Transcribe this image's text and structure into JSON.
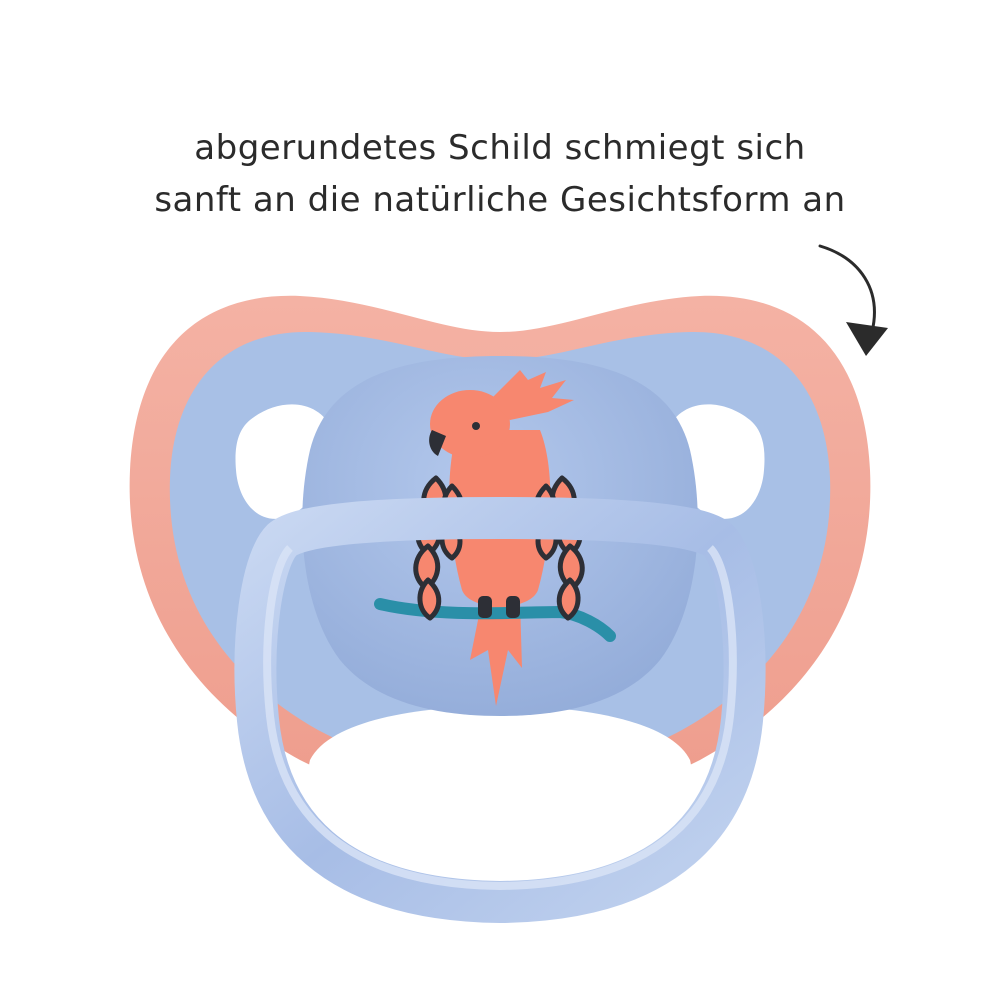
{
  "caption": {
    "line1": "abgerundetes Schild schmiegt sich",
    "line2": "sanft an die natürliche Gesichtsform an"
  },
  "colors": {
    "background": "#ffffff",
    "shield_rim": "#f2a595",
    "shield_inner": "#a9c1e6",
    "button": "#9fb7e0",
    "ring": "#b4c8ea",
    "parrot": "#f7876f",
    "feather_outline": "#2d2f36",
    "perch": "#2a8fa8",
    "text": "#2b2b2b"
  },
  "image": {
    "subject": "pacifier",
    "motif": "parrot-icon",
    "arrow": "curved-arrow-icon"
  }
}
